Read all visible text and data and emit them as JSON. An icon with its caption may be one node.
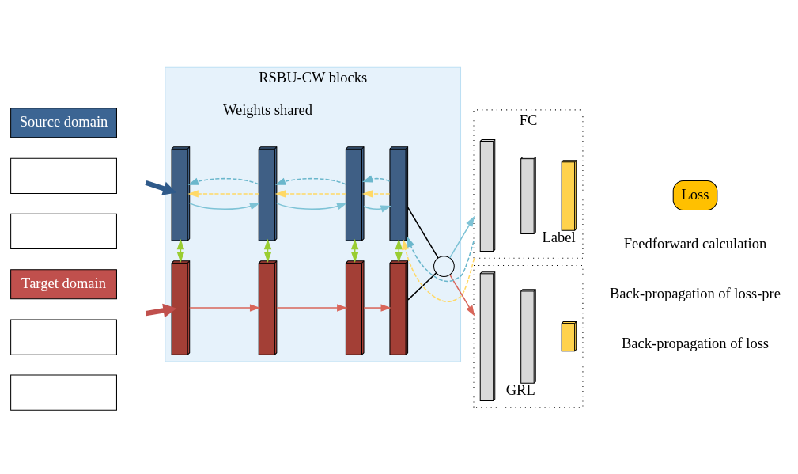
{
  "diagram": {
    "nodes": [
      {
        "text": [
          "RSBU-CW blocks"
        ]
      },
      {
        "text": [
          "Source domain"
        ]
      },
      {
        "text": [
          "Target domain"
        ]
      },
      {
        "text": [],
        "shape": "box"
      },
      {
        "text": [],
        "shape": "box"
      },
      {
        "text": [],
        "shape": "box"
      },
      {
        "text": [],
        "shape": "box"
      },
      {
        "text": [],
        "shape": "box",
        "in": 0
      },
      {
        "text": [],
        "shape": "box",
        "in": 0
      },
      {
        "text": [],
        "shape": "box",
        "in": 0
      },
      {
        "text": [],
        "shape": "box",
        "in": 0
      },
      {
        "text": [],
        "shape": "box",
        "in": 0
      },
      {
        "text": [],
        "shape": "box",
        "in": 0
      },
      {
        "text": [],
        "shape": "box",
        "in": 0
      },
      {
        "text": [],
        "shape": "box",
        "in": 0
      },
      {
        "text": [],
        "shape": "circle",
        "in": 0
      },
      {
        "text": [
          "FC"
        ]
      },
      {
        "text": [],
        "shape": "bar",
        "in": 16
      },
      {
        "text": [],
        "shape": "bar",
        "in": 16
      },
      {
        "text": [],
        "shape": "bar",
        "in": 16,
        "beside": [
          "Label"
        ]
      },
      {
        "text": [],
        "shape": "box"
      },
      {
        "text": [],
        "shape": "bar",
        "in": 20
      },
      {
        "text": [],
        "shape": "bar",
        "in": 20,
        "beside": [
          "GRL"
        ]
      },
      {
        "text": [],
        "shape": "bar",
        "in": 20
      },
      {
        "text": [
          "Loss"
        ]
      }
    ],
    "edges": [
      {
        "from": null,
        "to": 7,
        "arrow": "to",
        "style": "thick",
        "color": "#2f5a8a"
      },
      {
        "from": null,
        "to": 11,
        "arrow": "to",
        "style": "thick",
        "color": "#c0504d"
      },
      {
        "from": 7,
        "to": 8,
        "arrow": "to",
        "color": "#7ec3d6"
      },
      {
        "from": 8,
        "to": 9,
        "arrow": "to",
        "color": "#7ec3d6"
      },
      {
        "from": 9,
        "to": 10,
        "arrow": "to",
        "color": "#7ec3d6"
      },
      {
        "from": 11,
        "to": 12,
        "arrow": "to",
        "color": "#d9665a"
      },
      {
        "from": 12,
        "to": 13,
        "arrow": "to",
        "color": "#d9665a"
      },
      {
        "from": 13,
        "to": 14,
        "arrow": "to",
        "color": "#d9665a"
      },
      {
        "from": 8,
        "to": 7,
        "arrow": "to",
        "style": "dashed",
        "color": "#ffd966"
      },
      {
        "from": 9,
        "to": 8,
        "arrow": "to",
        "style": "dashed",
        "color": "#ffd966"
      },
      {
        "from": 10,
        "to": 9,
        "arrow": "to",
        "style": "dashed",
        "color": "#ffd966"
      },
      {
        "from": 16,
        "to": 10,
        "arrow": "to",
        "style": "dashed",
        "color": "#ffd966"
      },
      {
        "from": 8,
        "to": 7,
        "arrow": "to",
        "style": "dashed",
        "color": "#6bb7cc"
      },
      {
        "from": 9,
        "to": 8,
        "arrow": "to",
        "style": "dashed",
        "color": "#6bb7cc"
      },
      {
        "from": 10,
        "to": 9,
        "arrow": "to",
        "style": "dashed",
        "color": "#6bb7cc"
      },
      {
        "from": 16,
        "to": 10,
        "arrow": "to",
        "style": "dashed",
        "color": "#6bb7cc"
      },
      {
        "from": 7,
        "to": 11,
        "arrow": "both",
        "color": "#9acd32"
      },
      {
        "from": 8,
        "to": 12,
        "arrow": "both",
        "color": "#9acd32"
      },
      {
        "from": 9,
        "to": 13,
        "arrow": "both",
        "color": "#9acd32"
      },
      {
        "from": 10,
        "to": 14,
        "arrow": "both",
        "color": "#9acd32"
      },
      {
        "from": 10,
        "to": 15,
        "arrow": "none",
        "color": "#000000"
      },
      {
        "from": 14,
        "to": 15,
        "arrow": "none",
        "color": "#000000"
      },
      {
        "from": 15,
        "to": 16,
        "arrow": "to",
        "color": "#7ec3d6"
      },
      {
        "from": 15,
        "to": 20,
        "arrow": "to",
        "color": "#d9665a"
      }
    ],
    "labels": [
      "Weights shared"
    ],
    "legend": [
      {
        "text": "Feedforward calculation"
      },
      {
        "text": "Back-propagation of loss-pre"
      },
      {
        "text": "Back-propagation of loss"
      }
    ]
  }
}
